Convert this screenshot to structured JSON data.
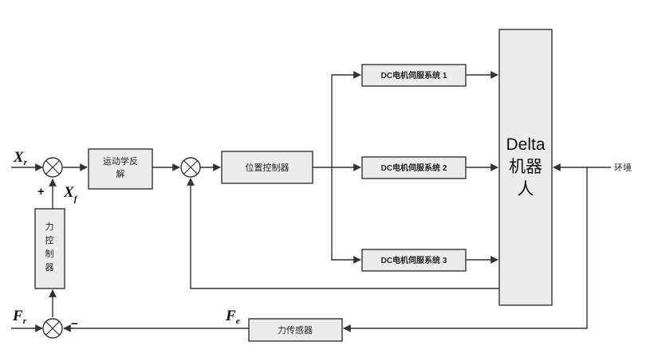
{
  "blocks": {
    "kinematics_line1": "运动学反",
    "kinematics_line2": "解",
    "position_controller": "位置控制器",
    "servo_1": "DC电机伺服系统 1",
    "servo_2": "DC电机伺服系统 2",
    "servo_3": "DC电机伺服系统 3",
    "robot_line1": "Delta",
    "robot_line2": "机器",
    "robot_line3": "人",
    "environment": "环境",
    "force_controller_chars": [
      "力",
      "控",
      "制",
      "器"
    ],
    "force_sensor": "力传感器"
  },
  "signals": {
    "x_main": "X",
    "x_sub": "r",
    "xf_main": "X",
    "xf_sub": "f",
    "fr_main": "F",
    "fr_sub": "r",
    "fe_main": "F",
    "fe_sub": "e"
  },
  "signs": {
    "plus": "+",
    "minus": "−"
  },
  "colors": {
    "block_fill": "#ececec",
    "line": "#333333"
  }
}
